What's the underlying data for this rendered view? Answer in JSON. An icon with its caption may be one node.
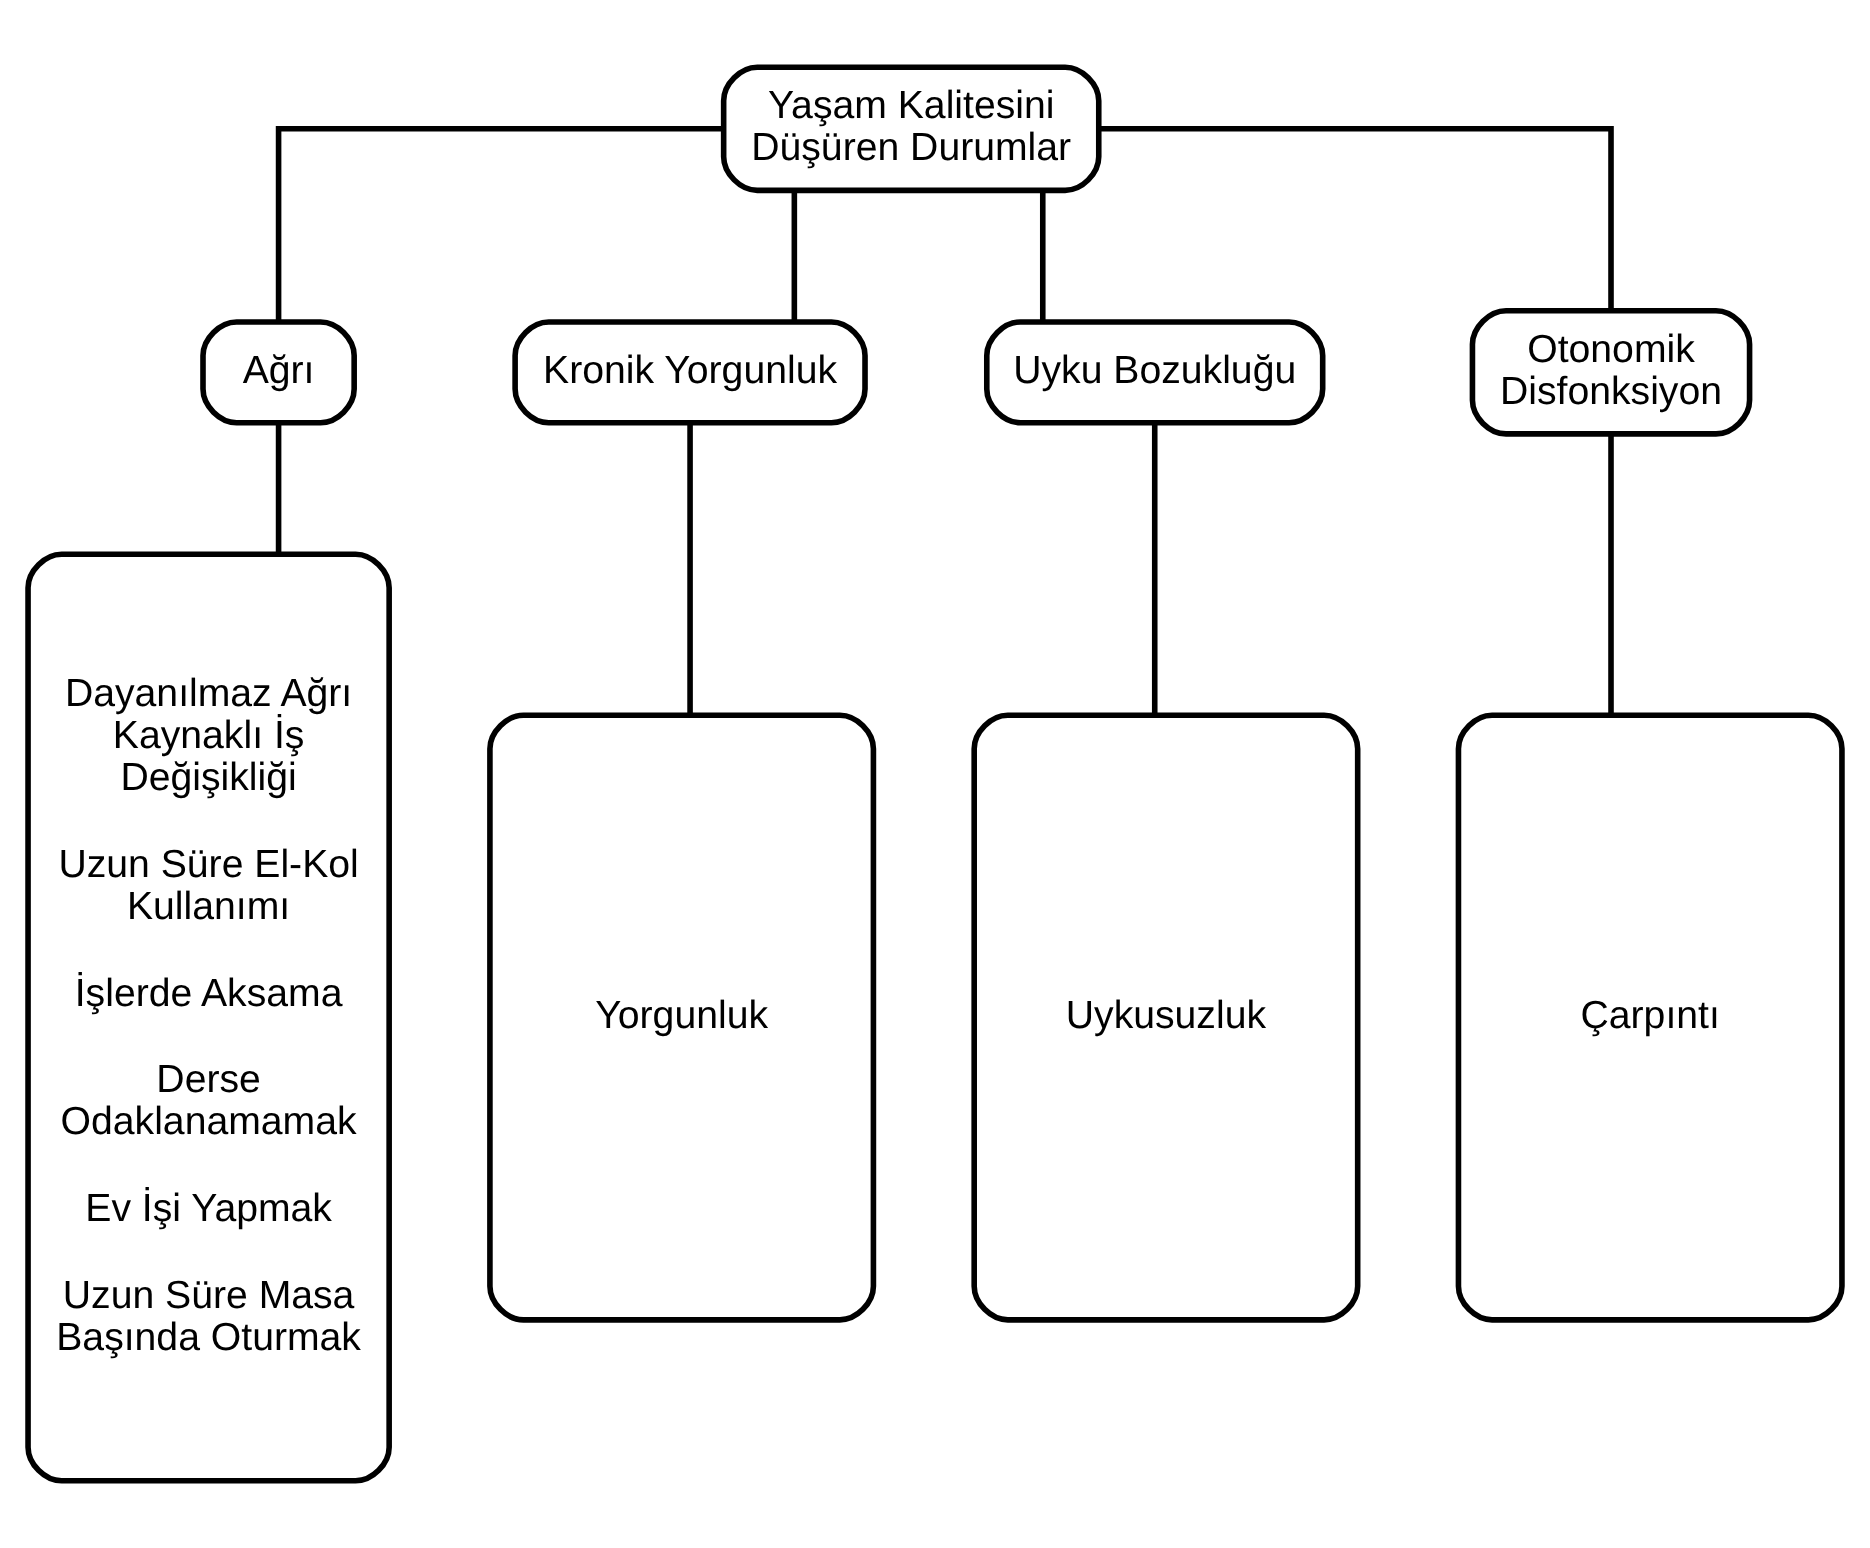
{
  "diagram": {
    "nodes": [
      {
        "text": [
          "Yaşam Kalitesini Düşüren Durumlar"
        ]
      },
      {
        "text": [
          "Ağrı"
        ]
      },
      {
        "text": [
          "Kronik Yorgunluk"
        ]
      },
      {
        "text": [
          "Uyku Bozukluğu"
        ]
      },
      {
        "text": [
          "Otonomik Disfonksiyon"
        ]
      },
      {
        "text": [
          "Dayanılmaz Ağrı Kaynaklı İş Değişikliği",
          "Uzun Süre El-Kol Kullanımı",
          "İşlerde Aksama",
          "Derse Odaklanamamak",
          "Ev İşi Yapmak",
          "Uzun Süre Masa Başında Oturmak"
        ]
      },
      {
        "text": [
          "Yorgunluk"
        ]
      },
      {
        "text": [
          "Uykusuzluk"
        ]
      },
      {
        "text": [
          "Çarpıntı"
        ]
      }
    ],
    "edges": [
      {
        "from": 0,
        "to": 1,
        "arrow": "none"
      },
      {
        "from": 0,
        "to": 2,
        "arrow": "none"
      },
      {
        "from": 0,
        "to": 3,
        "arrow": "none"
      },
      {
        "from": 0,
        "to": 4,
        "arrow": "none"
      },
      {
        "from": 1,
        "to": 5,
        "arrow": "none"
      },
      {
        "from": 2,
        "to": 6,
        "arrow": "none"
      },
      {
        "from": 3,
        "to": 7,
        "arrow": "none"
      },
      {
        "from": 4,
        "to": 8,
        "arrow": "none"
      }
    ]
  }
}
